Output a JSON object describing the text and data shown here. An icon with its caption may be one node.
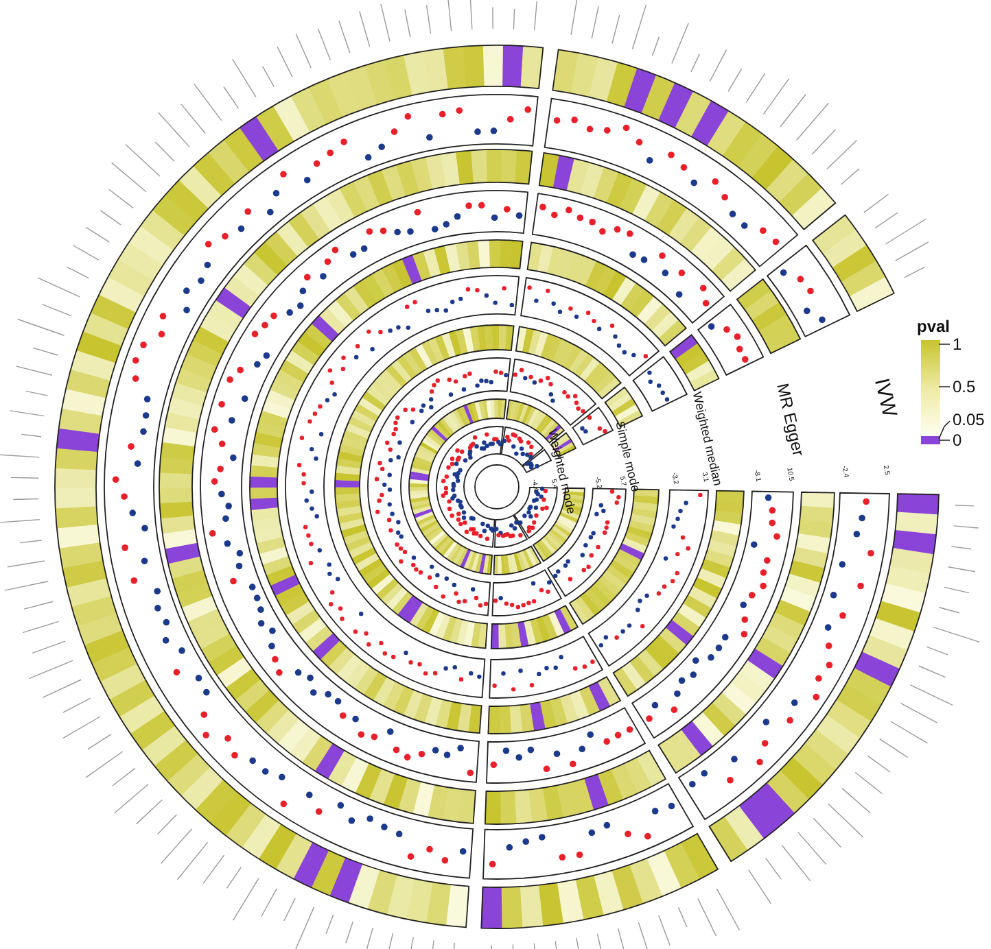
{
  "diagram": {
    "labels": [
      "pval",
      "1",
      "0.5",
      "0.05",
      "0",
      "IVW",
      "2.5",
      "-2.4",
      "MR Egger",
      "10.5",
      "-8.1",
      "Weighted median",
      "3.1",
      "-3.2",
      "Simple mode",
      "5.7",
      "-5.2",
      "Weighted mode",
      "5.4",
      "-4.4"
    ]
  }
}
